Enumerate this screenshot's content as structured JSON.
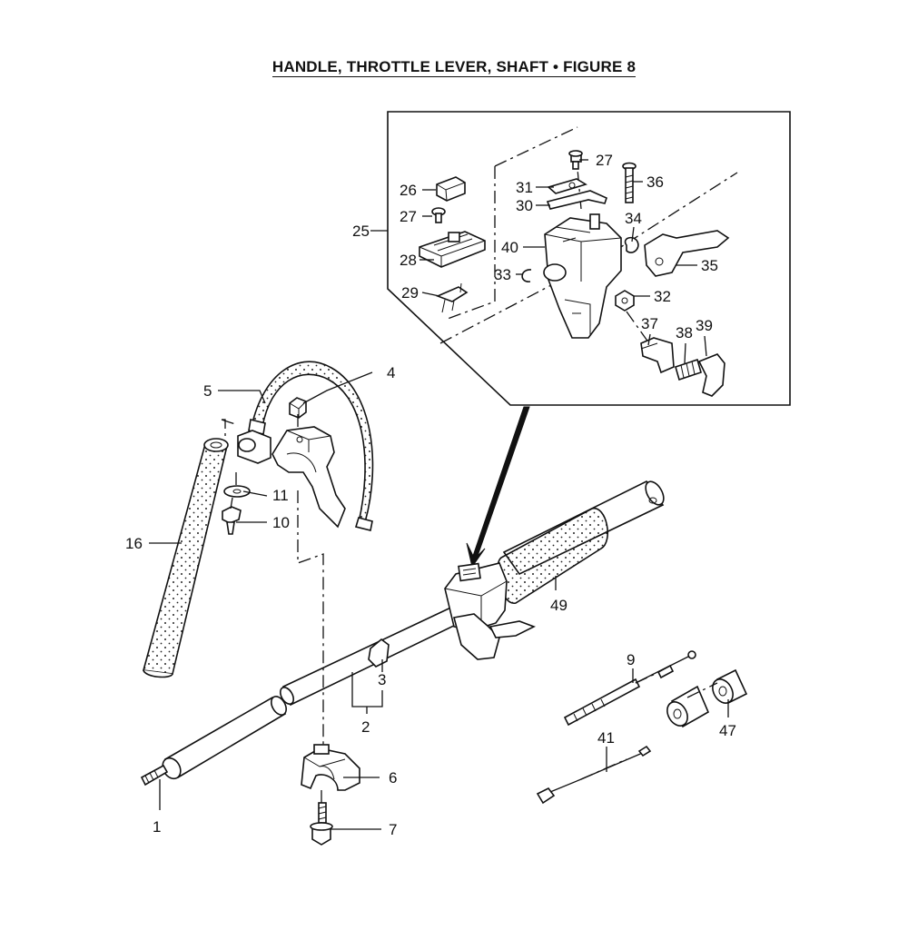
{
  "figure": {
    "title": "HANDLE, THROTTLE LEVER, SHAFT  •  FIGURE  8"
  },
  "callouts": [
    "1",
    "2",
    "3",
    "4",
    "5",
    "6",
    "7",
    "9",
    "10",
    "11",
    "16",
    "25",
    "26",
    "27",
    "27",
    "28",
    "29",
    "30",
    "31",
    "32",
    "33",
    "34",
    "35",
    "36",
    "37",
    "38",
    "39",
    "40",
    "41",
    "47",
    "49"
  ]
}
